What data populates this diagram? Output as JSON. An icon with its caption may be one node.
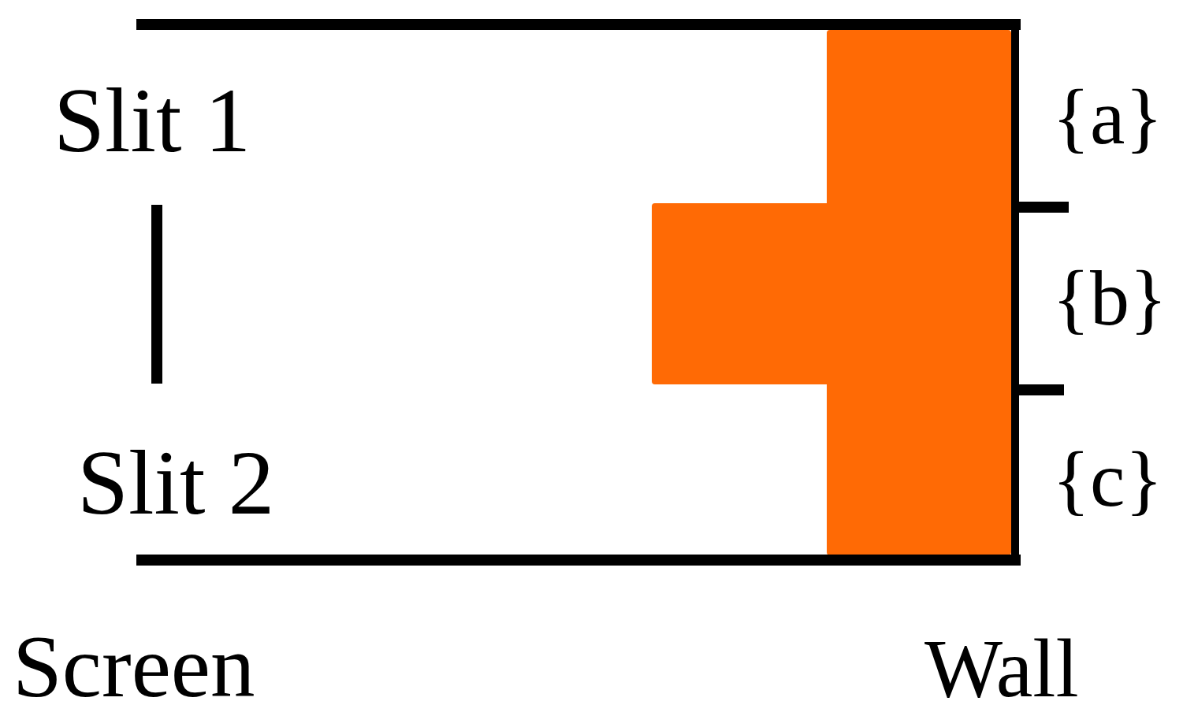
{
  "diagram": {
    "labels": [
      "Slit 1",
      "{a}",
      "{b}",
      "Slit 2",
      "{c}",
      "Screen",
      "Wall"
    ]
  }
}
